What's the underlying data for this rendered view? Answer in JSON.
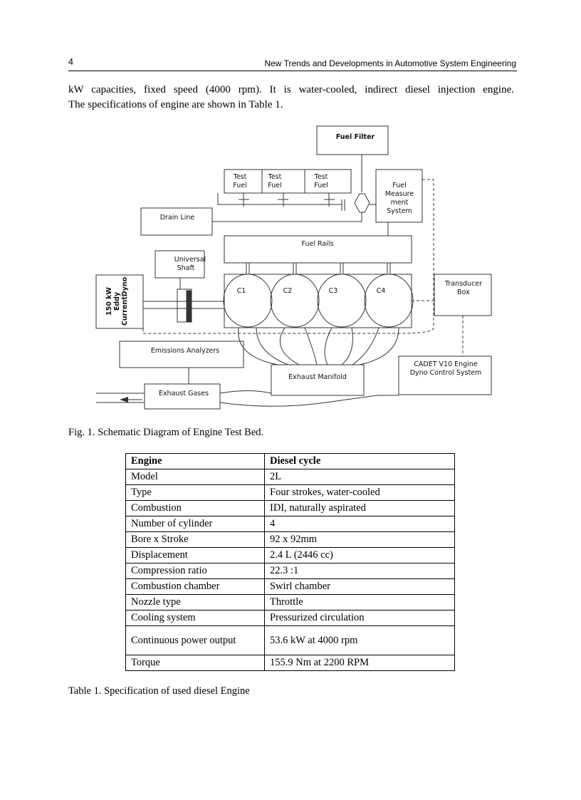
{
  "header": {
    "page_number": "4",
    "running_title": "New Trends and Developments in Automotive System Engineering"
  },
  "paragraph": {
    "line1": "kW capacities, fixed speed (4000 rpm). It is water-cooled, indirect diesel injection  engine.",
    "line2": "The specifications of engine are shown in Table 1."
  },
  "diagram": {
    "fuel_filter": "Fuel  Filter",
    "test_fuel_1": [
      "Test",
      "Fuel"
    ],
    "test_fuel_2": [
      "Test",
      "Fuel"
    ],
    "test_fuel_3": [
      "Test",
      "Fuel"
    ],
    "fuel_measurement": [
      "Fuel",
      "Measure",
      "ment",
      "System"
    ],
    "drain_line": "Drain Line",
    "fuel_rails": "Fuel Rails",
    "universal_shaft": [
      "Universal",
      "Shaft"
    ],
    "dyno": [
      "150 kW",
      "Eddy",
      "CurrentDyno"
    ],
    "cylinders": [
      "C1",
      "C2",
      "C3",
      "C4"
    ],
    "transducer_box": [
      "Transducer",
      "Box"
    ],
    "emissions_analyzers": "Emissions Analyzers",
    "exhaust_manifold": "Exhaust Manifold",
    "control_system": [
      "CADET V10 Engine",
      "Dyno Control System"
    ],
    "exhaust_gases": "Exhaust Gases"
  },
  "figure_caption": "Fig. 1. Schematic Diagram of Engine Test Bed.",
  "table": {
    "header": [
      "Engine",
      "Diesel cycle"
    ],
    "rows": [
      [
        "Model",
        "2L"
      ],
      [
        "Type",
        "Four strokes, water-cooled"
      ],
      [
        "Combustion",
        "IDI, naturally aspirated"
      ],
      [
        "Number of cylinder",
        "4"
      ],
      [
        "Bore x Stroke",
        "92 x 92mm"
      ],
      [
        "Displacement",
        "2.4 L (2446 cc)"
      ],
      [
        "Compression ratio",
        "22.3 :1"
      ],
      [
        "Combustion chamber",
        "Swirl chamber"
      ],
      [
        "Nozzle type",
        "Throttle"
      ],
      [
        "Cooling system",
        "Pressurized circulation"
      ],
      [
        "Continuous power output",
        "53.6 kW at 4000 rpm"
      ],
      [
        "Torque",
        "155.9 Nm at 2200 RPM"
      ]
    ]
  },
  "table_caption": "Table 1. Specification of used diesel  Engine"
}
